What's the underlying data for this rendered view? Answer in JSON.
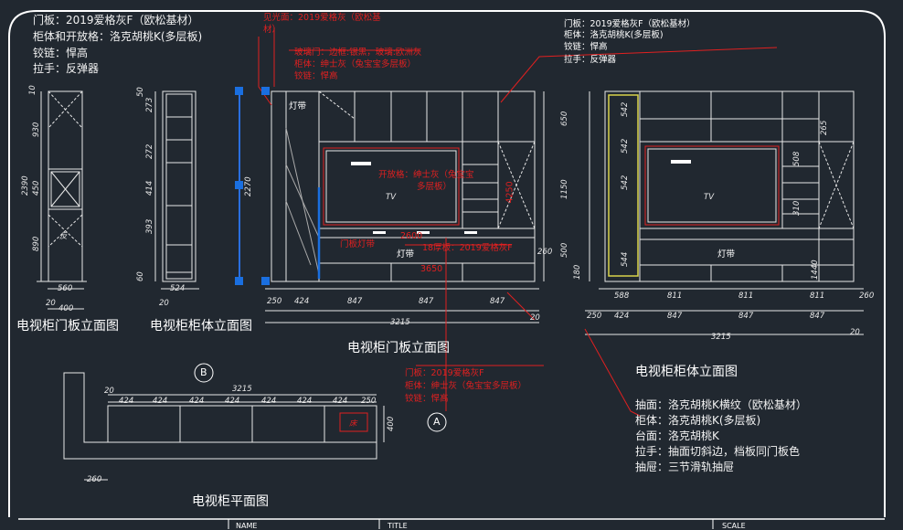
{
  "notes": {
    "top_left": [
      "门板：2019爱格灰F（欧松基材）",
      "柜体和开放格：洛克胡桃K(多层板)",
      "铰链：悍高",
      "拉手：反弹器"
    ],
    "top_right": [
      "门板：2019爱格灰F（欧松基材）",
      "柜体：洛克胡桃K(多层板)",
      "铰链：悍高",
      "拉手：反弹器"
    ],
    "bottom_right": [
      "抽面：洛克胡桃K横纹（欧松基材）",
      "柜体：洛克胡桃K(多层板)",
      "台面：洛克胡桃K",
      "拉手：抽面切斜边，档板同门板色",
      "抽屉：三节滑轨抽屉"
    ]
  },
  "red_notes": {
    "seal_a": "见光面：2019爱格灰（欧松基",
    "seal_b": "材）",
    "glass": [
      "玻璃门：边框:银黑，玻璃:欧洲灰",
      "柜体：绅士灰（兔宝宝多层板）",
      "铰链：悍高"
    ],
    "open_shelf": [
      "开放格：绅士灰（兔宝宝",
      "多层板）"
    ],
    "bottom": [
      "门板：2019爱格灰F",
      "柜体：绅士灰（兔宝宝多层板）",
      "铰链：悍高"
    ],
    "thickness": "18厚板：2019爱格灰F",
    "light_front": "门板灯带",
    "dim_4250": "4250",
    "dim_2600": "2600",
    "dim_3650": "3650"
  },
  "captions": {
    "door_elev": "电视柜门板立面图",
    "body_elev": "电视柜柜体立面图",
    "front_elev": "电视柜门板立面图",
    "body_front": "电视柜柜体立面图",
    "plan": "电视柜平面图"
  },
  "labels": {
    "light": "灯带",
    "light2": "灯带",
    "light3": "灯带",
    "tv": "TV",
    "tv2": "TV",
    "marker_a": "A",
    "marker_b": "B",
    "fan": "反",
    "bed": "床"
  },
  "dims": {
    "total": "3215",
    "total2": "3215",
    "total3": "3215",
    "d424": "424",
    "d847": "847",
    "d811": "811",
    "d588": "588",
    "d250": "250",
    "d260": "260",
    "d20": "20",
    "d400": "400",
    "d560": "560",
    "d524": "524",
    "d10": "10",
    "d930": "930",
    "d2390": "2390",
    "d450": "450",
    "d890": "890",
    "d50": "50",
    "d273": "273",
    "d272": "272",
    "d414": "414",
    "d393": "393",
    "d60": "60",
    "d2270": "2270",
    "d20b": "20",
    "d650": "650",
    "d1150": "1150",
    "d500": "500",
    "d180": "180",
    "d542": "542",
    "d544": "544",
    "d265": "265",
    "d508": "508",
    "d310": "310",
    "d1440": "1440"
  },
  "title_bar": {
    "name_label": "NAME",
    "title_label": "TITLE",
    "scale_label": "SCALE"
  }
}
